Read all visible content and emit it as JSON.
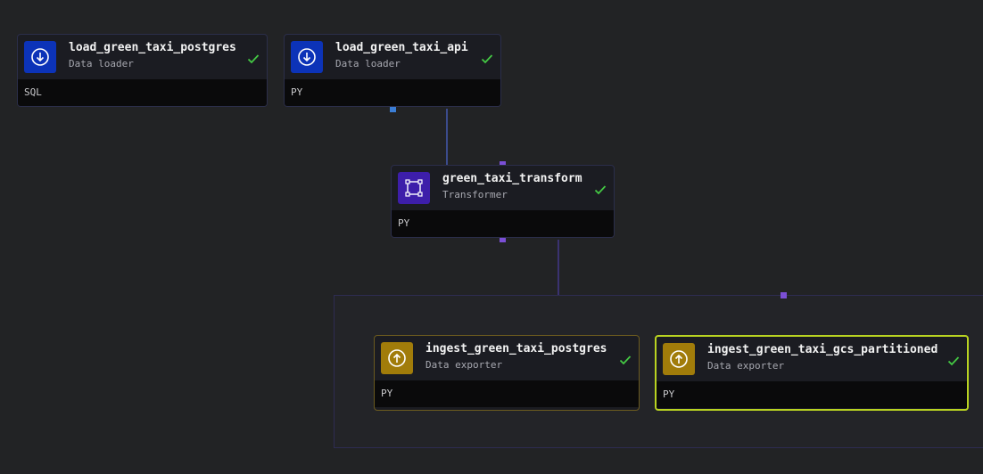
{
  "colors": {
    "canvas_bg": "#222325",
    "edge": "#3b4b8c",
    "port_loader": "#3b7ed6",
    "port_transformer": "#7b4fd6",
    "success": "#44c944",
    "selected_border": "#b9d321"
  },
  "blocks": [
    {
      "name": "load_green_taxi_postgres",
      "type": "Data loader",
      "language": "SQL",
      "status": "success",
      "icon": "download-icon"
    },
    {
      "name": "load_green_taxi_api",
      "type": "Data loader",
      "language": "PY",
      "status": "success",
      "icon": "download-icon"
    },
    {
      "name": "green_taxi_transform",
      "type": "Transformer",
      "language": "PY",
      "status": "success",
      "icon": "transform-square-icon"
    },
    {
      "name": "ingest_green_taxi_postgres",
      "type": "Data exporter",
      "language": "PY",
      "status": "success",
      "icon": "upload-icon"
    },
    {
      "name": "ingest_green_taxi_gcs_partitioned",
      "type": "Data exporter",
      "language": "PY",
      "status": "success",
      "icon": "upload-icon",
      "selected": true
    }
  ]
}
